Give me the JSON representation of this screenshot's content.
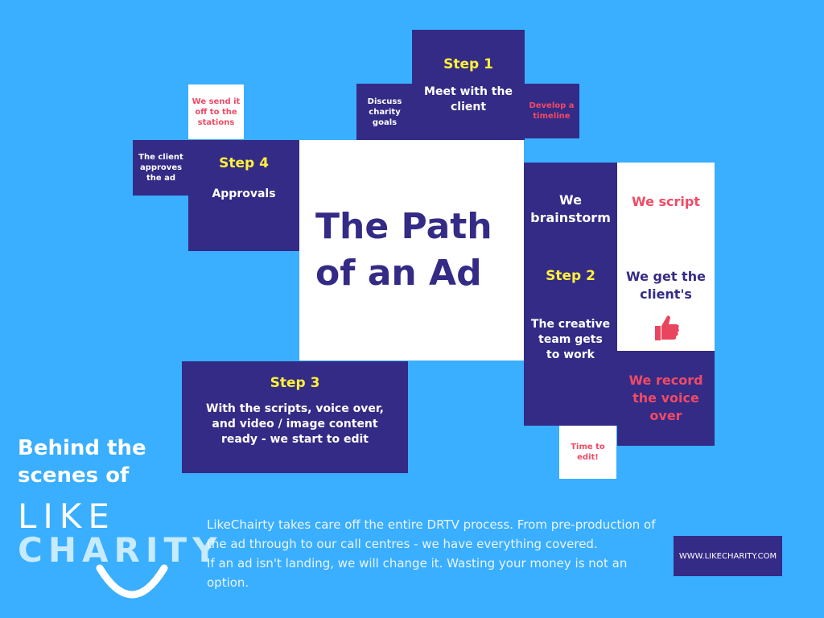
{
  "title": {
    "line1": "The Path",
    "line2": "of an Ad"
  },
  "step1": {
    "label": "Step 1",
    "text": "Meet with the client",
    "left_note": "Discuss charity goals",
    "right_note": "Develop a timeline"
  },
  "step2": {
    "label": "Step 2",
    "text": "The creative team gets to work",
    "brainstorm": "We brainstorm",
    "script": "We script",
    "approval": "We get the client's",
    "record": "We record the voice over",
    "time_note": "Time to edit!"
  },
  "step3": {
    "label": "Step 3",
    "text": "With the scripts, voice over, and video / image content ready - we start to edit"
  },
  "step4": {
    "label": "Step 4",
    "text": "Approvals",
    "left_note": "The client approves the ad",
    "top_note": "We send it off to the stations"
  },
  "branding": {
    "tagline_line1": "Behind the",
    "tagline_line2": "scenes of",
    "logo_line1": "LIKE",
    "logo_line2": "CHARITY"
  },
  "description": {
    "line1": "LikeChairty takes care off the entire DRTV process. From pre-production of the ad through to our call centres - we have everything covered.",
    "line2": "If an ad isn't landing, we will change it. Wasting your money is not an option."
  },
  "website": "WWW.LIKECHARITY.COM",
  "colors": {
    "background": "#3aaeff",
    "dark": "#342b86",
    "accent_yellow": "#fff23a",
    "accent_red": "#f04a66"
  },
  "icons": {
    "approval": "thumbs-up-icon",
    "logo": "smile-arc-icon"
  }
}
